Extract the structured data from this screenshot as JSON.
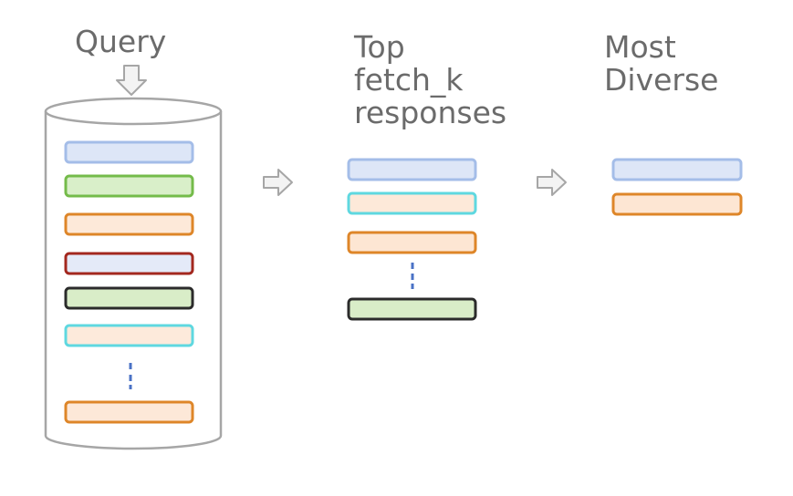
{
  "labels": {
    "query": "Query",
    "top_line1": "Top",
    "top_line2": "fetch_k",
    "top_line3": "responses",
    "diverse_line1": "Most",
    "diverse_line2": "Diverse"
  },
  "colors": {
    "outline": "#a6a6a6",
    "dots": "#4a72c6"
  },
  "database_items": [
    {
      "fill": "#dde6f7",
      "stroke": "#a4bde8"
    },
    {
      "fill": "#d9efc9",
      "stroke": "#74bb4a"
    },
    {
      "fill": "#fde9d9",
      "stroke": "#de8629"
    },
    {
      "fill": "#e4eaf8",
      "stroke": "#a3281f"
    },
    {
      "fill": "#d9edc8",
      "stroke": "#2b2b2b"
    },
    {
      "fill": "#fdeadb",
      "stroke": "#5fd8e0"
    },
    {
      "fill": "#fde8d8",
      "stroke": "#de8629"
    }
  ],
  "fetched_items": [
    {
      "fill": "#dde6f7",
      "stroke": "#a4bde8"
    },
    {
      "fill": "#fde9d9",
      "stroke": "#5fd8e0"
    },
    {
      "fill": "#fde6d3",
      "stroke": "#de8629"
    },
    {
      "fill": "#d9edc8",
      "stroke": "#2b2b2b"
    }
  ],
  "diverse_items": [
    {
      "fill": "#dde6f7",
      "stroke": "#a4bde8"
    },
    {
      "fill": "#fde6d3",
      "stroke": "#de8629"
    }
  ]
}
